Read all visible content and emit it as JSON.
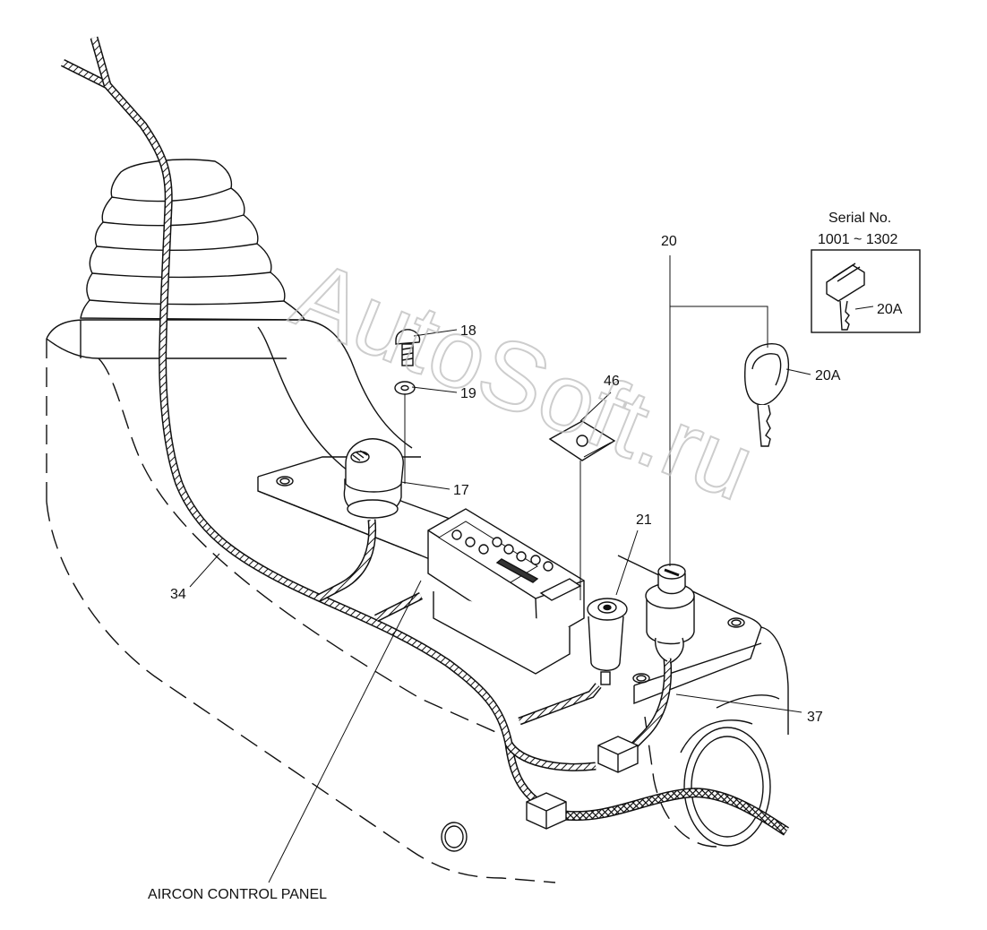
{
  "labels": {
    "p18": "18",
    "p19": "19",
    "p17": "17",
    "p46": "46",
    "p21": "21",
    "p20": "20",
    "p20a_key": "20A",
    "p20a_inset": "20A",
    "p34": "34",
    "p37": "37",
    "aircon": "AIRCON CONTROL PANEL"
  },
  "inset": {
    "title": "Serial No.",
    "range": "1001 ~ 1302"
  },
  "watermark": "AutoSoft.ru"
}
